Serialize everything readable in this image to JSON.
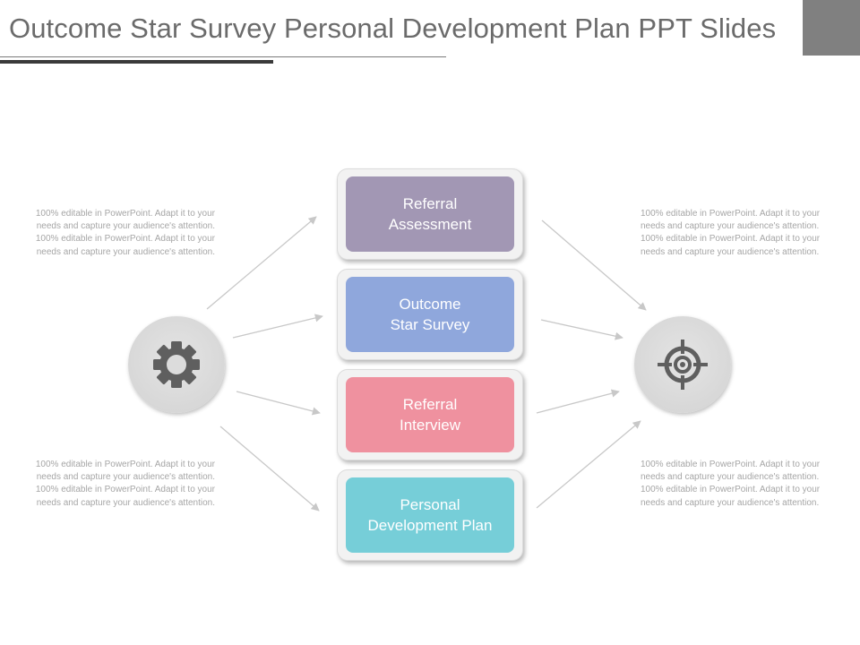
{
  "title": "Outcome Star Survey Personal Development Plan PPT Slides",
  "stages": [
    {
      "line1": "Referral",
      "line2": "Assessment",
      "color": "#a297b4"
    },
    {
      "line1": "Outcome",
      "line2": "Star Survey",
      "color": "#8fa7dc"
    },
    {
      "line1": "Referral",
      "line2": "Interview",
      "color": "#ef919f"
    },
    {
      "line1": "Personal",
      "line2": "Development Plan",
      "color": "#76ced8"
    }
  ],
  "left_icon": "gear-icon",
  "right_icon": "target-icon",
  "descriptions": {
    "top_left": "100% editable in PowerPoint. Adapt it to your needs and capture your audience's attention. 100% editable in PowerPoint. Adapt it to your needs and capture your audience's attention.",
    "bottom_left": "100% editable in PowerPoint. Adapt it to your needs and capture your audience's attention. 100% editable in PowerPoint. Adapt it to your needs and capture your audience's attention.",
    "top_right": "100% editable in PowerPoint. Adapt it to your needs and capture your audience's attention. 100% editable in PowerPoint. Adapt it to your needs and capture your audience's attention.",
    "bottom_right": "100% editable in PowerPoint. Adapt it to your needs and capture your audience's attention. 100% editable in PowerPoint. Adapt it to your needs and capture your audience's attention."
  },
  "colors": {
    "title": "#6b6b6b",
    "icon": "#5f5f5f",
    "connector": "#c8c8c8",
    "circle": "#d9d9d9",
    "description": "#a6a6a6"
  }
}
